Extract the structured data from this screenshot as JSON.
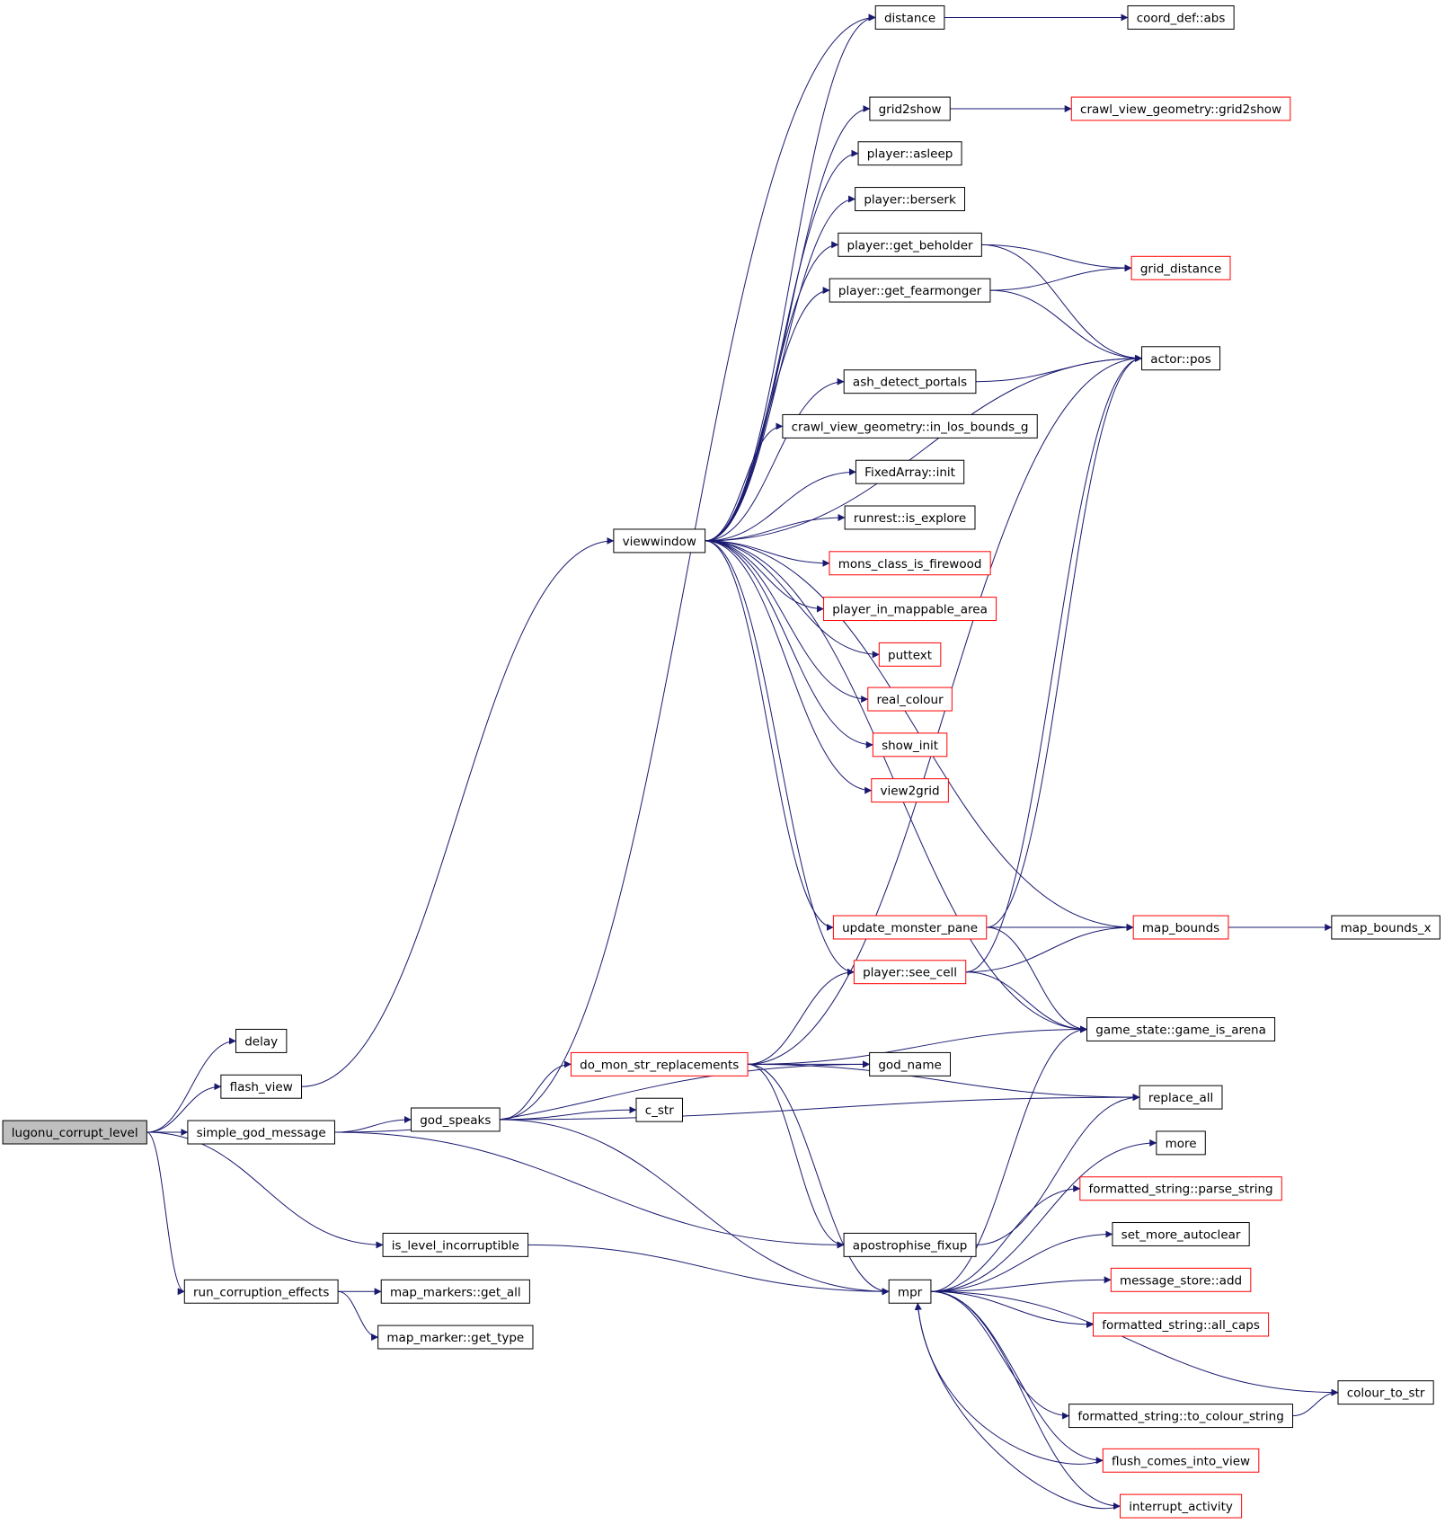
{
  "nodes": [
    {
      "id": "lugonu_corrupt_level",
      "label": "lugonu_corrupt_level",
      "style": "root"
    },
    {
      "id": "delay",
      "label": "delay",
      "style": "normal"
    },
    {
      "id": "flash_view",
      "label": "flash_view",
      "style": "normal"
    },
    {
      "id": "simple_god_message",
      "label": "simple_god_message",
      "style": "normal"
    },
    {
      "id": "is_level_incorruptible",
      "label": "is_level_incorruptible",
      "style": "normal"
    },
    {
      "id": "run_corruption_effects",
      "label": "run_corruption_effects",
      "style": "normal"
    },
    {
      "id": "map_markers_get_all",
      "label": "map_markers::get_all",
      "style": "normal"
    },
    {
      "id": "map_marker_get_type",
      "label": "map_marker::get_type",
      "style": "normal"
    },
    {
      "id": "god_speaks",
      "label": "god_speaks",
      "style": "normal"
    },
    {
      "id": "viewwindow",
      "label": "viewwindow",
      "style": "normal"
    },
    {
      "id": "do_mon_str_replacements",
      "label": "do_mon_str_replacements",
      "style": "red"
    },
    {
      "id": "c_str",
      "label": "c_str",
      "style": "normal"
    },
    {
      "id": "god_name",
      "label": "god_name",
      "style": "normal"
    },
    {
      "id": "apostrophise_fixup",
      "label": "apostrophise_fixup",
      "style": "normal"
    },
    {
      "id": "mpr",
      "label": "mpr",
      "style": "normal"
    },
    {
      "id": "distance",
      "label": "distance",
      "style": "normal"
    },
    {
      "id": "grid2show",
      "label": "grid2show",
      "style": "normal"
    },
    {
      "id": "player_asleep",
      "label": "player::asleep",
      "style": "normal"
    },
    {
      "id": "player_berserk",
      "label": "player::berserk",
      "style": "normal"
    },
    {
      "id": "player_get_beholder",
      "label": "player::get_beholder",
      "style": "normal"
    },
    {
      "id": "player_get_fearmonger",
      "label": "player::get_fearmonger",
      "style": "normal"
    },
    {
      "id": "ash_detect_portals",
      "label": "ash_detect_portals",
      "style": "normal"
    },
    {
      "id": "in_los_bounds_g",
      "label": "crawl_view_geometry::in_los_bounds_g",
      "style": "normal"
    },
    {
      "id": "fixedarray_init",
      "label": "FixedArray::init",
      "style": "normal"
    },
    {
      "id": "runrest_is_explore",
      "label": "runrest::is_explore",
      "style": "normal"
    },
    {
      "id": "mons_class_is_firewood",
      "label": "mons_class_is_firewood",
      "style": "red"
    },
    {
      "id": "player_in_mappable_area",
      "label": "player_in_mappable_area",
      "style": "red"
    },
    {
      "id": "puttext",
      "label": "puttext",
      "style": "red"
    },
    {
      "id": "real_colour",
      "label": "real_colour",
      "style": "red"
    },
    {
      "id": "show_init",
      "label": "show_init",
      "style": "red"
    },
    {
      "id": "view2grid",
      "label": "view2grid",
      "style": "red"
    },
    {
      "id": "update_monster_pane",
      "label": "update_monster_pane",
      "style": "red"
    },
    {
      "id": "player_see_cell",
      "label": "player::see_cell",
      "style": "red"
    },
    {
      "id": "coord_def_abs",
      "label": "coord_def::abs",
      "style": "normal"
    },
    {
      "id": "cvg_grid2show",
      "label": "crawl_view_geometry::grid2show",
      "style": "red"
    },
    {
      "id": "grid_distance",
      "label": "grid_distance",
      "style": "red"
    },
    {
      "id": "actor_pos",
      "label": "actor::pos",
      "style": "normal"
    },
    {
      "id": "map_bounds",
      "label": "map_bounds",
      "style": "red"
    },
    {
      "id": "map_bounds_x",
      "label": "map_bounds_x",
      "style": "normal"
    },
    {
      "id": "game_is_arena",
      "label": "game_state::game_is_arena",
      "style": "normal"
    },
    {
      "id": "replace_all",
      "label": "replace_all",
      "style": "normal"
    },
    {
      "id": "more",
      "label": "more",
      "style": "normal"
    },
    {
      "id": "parse_string",
      "label": "formatted_string::parse_string",
      "style": "red"
    },
    {
      "id": "set_more_autoclear",
      "label": "set_more_autoclear",
      "style": "normal"
    },
    {
      "id": "message_store_add",
      "label": "message_store::add",
      "style": "red"
    },
    {
      "id": "all_caps",
      "label": "formatted_string::all_caps",
      "style": "red"
    },
    {
      "id": "colour_to_str",
      "label": "colour_to_str",
      "style": "normal"
    },
    {
      "id": "to_colour_string",
      "label": "formatted_string::to_colour_string",
      "style": "normal"
    },
    {
      "id": "flush_comes_into_view",
      "label": "flush_comes_into_view",
      "style": "red"
    },
    {
      "id": "interrupt_activity",
      "label": "interrupt_activity",
      "style": "red"
    }
  ],
  "edges": [
    [
      "lugonu_corrupt_level",
      "delay"
    ],
    [
      "lugonu_corrupt_level",
      "flash_view"
    ],
    [
      "lugonu_corrupt_level",
      "simple_god_message"
    ],
    [
      "lugonu_corrupt_level",
      "is_level_incorruptible"
    ],
    [
      "lugonu_corrupt_level",
      "run_corruption_effects"
    ],
    [
      "flash_view",
      "viewwindow"
    ],
    [
      "simple_god_message",
      "god_speaks"
    ],
    [
      "simple_god_message",
      "god_name"
    ],
    [
      "simple_god_message",
      "apostrophise_fixup"
    ],
    [
      "is_level_incorruptible",
      "mpr"
    ],
    [
      "run_corruption_effects",
      "map_markers_get_all"
    ],
    [
      "run_corruption_effects",
      "map_marker_get_type"
    ],
    [
      "god_speaks",
      "distance"
    ],
    [
      "god_speaks",
      "do_mon_str_replacements"
    ],
    [
      "god_speaks",
      "c_str"
    ],
    [
      "god_speaks",
      "replace_all"
    ],
    [
      "god_speaks",
      "mpr"
    ],
    [
      "viewwindow",
      "distance"
    ],
    [
      "viewwindow",
      "grid2show"
    ],
    [
      "viewwindow",
      "player_asleep"
    ],
    [
      "viewwindow",
      "player_berserk"
    ],
    [
      "viewwindow",
      "player_get_beholder"
    ],
    [
      "viewwindow",
      "player_get_fearmonger"
    ],
    [
      "viewwindow",
      "actor_pos"
    ],
    [
      "viewwindow",
      "ash_detect_portals"
    ],
    [
      "viewwindow",
      "in_los_bounds_g"
    ],
    [
      "viewwindow",
      "fixedarray_init"
    ],
    [
      "viewwindow",
      "runrest_is_explore"
    ],
    [
      "viewwindow",
      "mons_class_is_firewood"
    ],
    [
      "viewwindow",
      "player_in_mappable_area"
    ],
    [
      "viewwindow",
      "puttext"
    ],
    [
      "viewwindow",
      "real_colour"
    ],
    [
      "viewwindow",
      "show_init"
    ],
    [
      "viewwindow",
      "view2grid"
    ],
    [
      "viewwindow",
      "map_bounds"
    ],
    [
      "viewwindow",
      "update_monster_pane"
    ],
    [
      "viewwindow",
      "player_see_cell"
    ],
    [
      "viewwindow",
      "game_is_arena"
    ],
    [
      "distance",
      "coord_def_abs"
    ],
    [
      "grid2show",
      "cvg_grid2show"
    ],
    [
      "player_get_beholder",
      "grid_distance"
    ],
    [
      "player_get_beholder",
      "actor_pos"
    ],
    [
      "player_get_fearmonger",
      "grid_distance"
    ],
    [
      "player_get_fearmonger",
      "actor_pos"
    ],
    [
      "ash_detect_portals",
      "actor_pos"
    ],
    [
      "update_monster_pane",
      "actor_pos"
    ],
    [
      "update_monster_pane",
      "map_bounds"
    ],
    [
      "update_monster_pane",
      "game_is_arena"
    ],
    [
      "player_see_cell",
      "actor_pos"
    ],
    [
      "player_see_cell",
      "map_bounds"
    ],
    [
      "player_see_cell",
      "game_is_arena"
    ],
    [
      "map_bounds",
      "map_bounds_x"
    ],
    [
      "do_mon_str_replacements",
      "god_name"
    ],
    [
      "do_mon_str_replacements",
      "player_see_cell"
    ],
    [
      "do_mon_str_replacements",
      "actor_pos"
    ],
    [
      "do_mon_str_replacements",
      "game_is_arena"
    ],
    [
      "do_mon_str_replacements",
      "replace_all"
    ],
    [
      "do_mon_str_replacements",
      "apostrophise_fixup"
    ],
    [
      "do_mon_str_replacements",
      "mpr"
    ],
    [
      "apostrophise_fixup",
      "replace_all"
    ],
    [
      "mpr",
      "game_is_arena"
    ],
    [
      "mpr",
      "more"
    ],
    [
      "mpr",
      "parse_string"
    ],
    [
      "mpr",
      "set_more_autoclear"
    ],
    [
      "mpr",
      "message_store_add"
    ],
    [
      "mpr",
      "all_caps"
    ],
    [
      "mpr",
      "colour_to_str"
    ],
    [
      "mpr",
      "to_colour_string"
    ],
    [
      "mpr",
      "flush_comes_into_view"
    ],
    [
      "mpr",
      "interrupt_activity"
    ],
    [
      "to_colour_string",
      "colour_to_str"
    ],
    [
      "flush_comes_into_view",
      "mpr"
    ],
    [
      "interrupt_activity",
      "mpr"
    ]
  ],
  "colors": {
    "edge": "#191970",
    "normal_border": "#000000",
    "red_border": "#ff0000",
    "root_fill": "#bfbfbf",
    "fill": "#ffffff"
  }
}
